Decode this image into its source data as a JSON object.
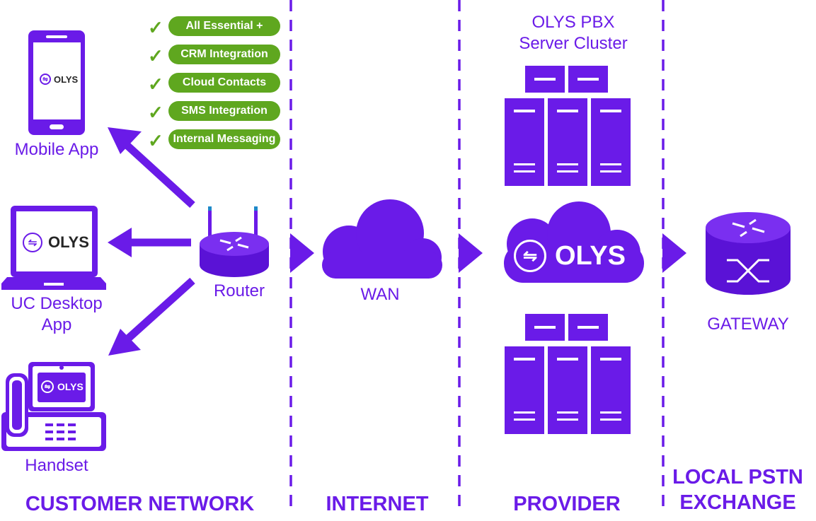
{
  "colors": {
    "accent": "#6a1be8",
    "pill_green": "#5fa71f",
    "white": "#ffffff"
  },
  "features": [
    {
      "label": "All Essential +"
    },
    {
      "label": "CRM Integration"
    },
    {
      "label": "Cloud Contacts"
    },
    {
      "label": "SMS Integration"
    },
    {
      "label": "Internal Messaging"
    }
  ],
  "check_glyph": "✓",
  "devices": {
    "mobile": "Mobile App",
    "desktop_line1": "UC Desktop",
    "desktop_line2": "App",
    "handset": "Handset",
    "router": "Router"
  },
  "brand": "OLYS",
  "wan": "WAN",
  "server_cluster": {
    "line1": "OLYS PBX",
    "line2": "Server Cluster"
  },
  "gateway": "GATEWAY",
  "zones": {
    "customer": "CUSTOMER NETWORK",
    "internet": "INTERNET",
    "provider": "PROVIDER",
    "pstn_line1": "LOCAL PSTN",
    "pstn_line2": "EXCHANGE"
  },
  "icons": [
    "smartphone-icon",
    "laptop-icon",
    "desk-phone-icon",
    "router-icon",
    "cloud-icon",
    "server-rack-icon",
    "gateway-icon",
    "arrow-icon",
    "check-icon"
  ]
}
